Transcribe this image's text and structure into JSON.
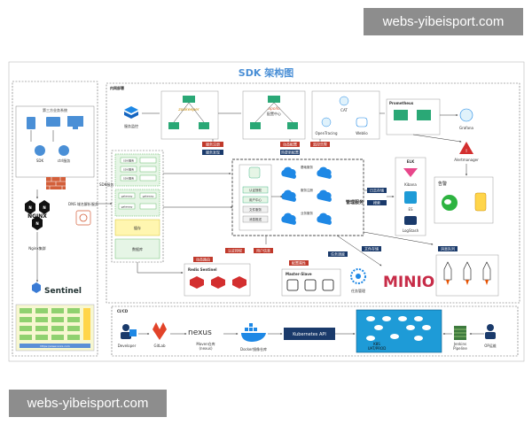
{
  "watermark_top": "webs-yibeisport.com",
  "watermark_bottom": "webs-yibeisport.com",
  "title": "SDK 架构图",
  "sections": {
    "internal": "内网部署",
    "cicd": "CI/CD"
  },
  "left": {
    "client_title": "第三方业务系统",
    "sdk": "SDK",
    "ctrl": "ctrl服务",
    "sdk_entry": "SDK服务",
    "dns": "DNS 域名解析服务",
    "nginx_label": "Nginx集群",
    "nginx_logo": "NGINX",
    "sentinel": "Sentinel",
    "footer_url": "https://www.xxxx.com"
  },
  "monitor": {
    "service_monitor": "服务监控",
    "zookeeper": "zookeeper",
    "apollo": "apollo",
    "apollo_sub": "配置中心",
    "cat": "CAT",
    "opentracing": "OpenTracing",
    "weblio": "Weblio",
    "prometheus": "Prometheus",
    "grafana": "Grafana",
    "alertmanager": "Alertmanager",
    "alarm": "告警"
  },
  "tags": {
    "service_register": "服务注册",
    "service_discover": "服务发现",
    "dynamic_config": "动态配置",
    "hot_update": "热更新配置",
    "monitor_alarm": "监控告警",
    "auth": "认证授权",
    "user_info": "用户信息",
    "limit_route": "动态路由",
    "config_attr": "配置属性",
    "task_schedule": "任务调度",
    "file_store": "文件存储",
    "message_queue": "消息队列",
    "log_store": "日志存储",
    "search": "搜索"
  },
  "mid": {
    "sdk_labels": [
      "SDK服务",
      "SDK服务",
      "SDK服务"
    ],
    "gateway_labels": [
      "gateway",
      "gateway",
      "gateway"
    ],
    "cache": "缓存",
    "db": "数据库",
    "auth_center": "认证授权",
    "user_center": "用户中心",
    "file_center": "文件服务",
    "msg_center": "消息推送",
    "svc1": "基础服务",
    "svc2": "服务注册",
    "svc3": "业务服务",
    "mgmt": "管理服务",
    "redis": "Redis Sentinel",
    "master_slave": "Master-Slave",
    "task": "任务管理",
    "minio": "MINIO",
    "elk": "ELK",
    "kibana": "Kibana",
    "es": "ES",
    "logstash": "LogStash"
  },
  "cicd": {
    "developer": "Developer",
    "gitlab": "GitLab",
    "nexus_logo": "nexus",
    "nexus": "Maven仓库\n(nexus)",
    "docker": "Docker镜像仓库",
    "k8s_api": "Kubernetes API",
    "k8s": "K8S\nUAT/PROD",
    "jenkins": "Jenkins\nPipeline",
    "ops": "OP运维"
  },
  "colors": {
    "cloud_blue": "#1e88e5",
    "green_box": "#e6f5e6",
    "green_border": "#4caf50",
    "yellow": "#fff6b0",
    "red_tag": "#c0392b",
    "navy_tag": "#1a3a6b",
    "k8s_bg": "#1e9bd7"
  }
}
